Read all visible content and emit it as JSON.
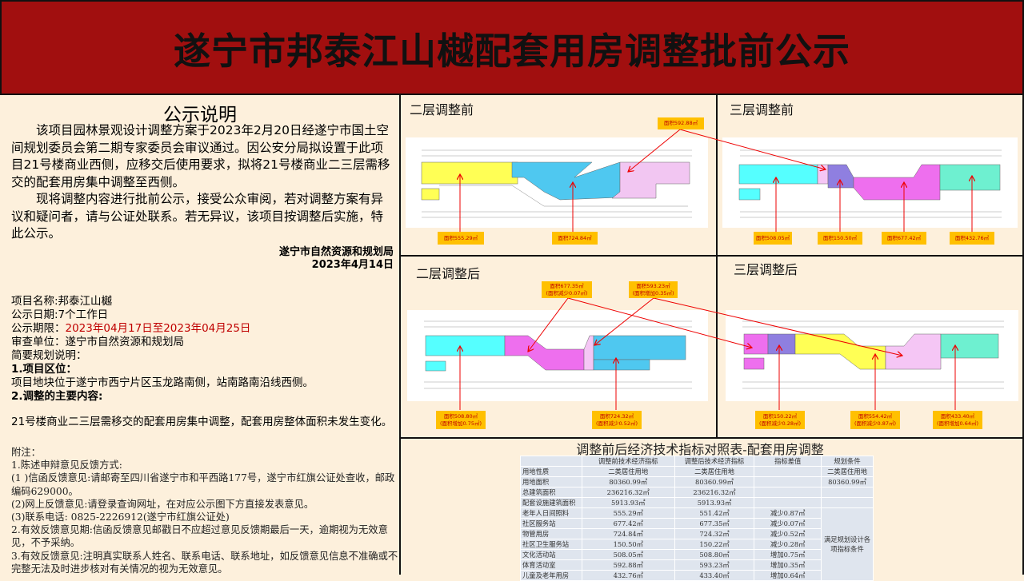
{
  "title": "遂宁市邦泰江山樾配套用房调整批前公示",
  "notice": {
    "heading": "公示说明",
    "p1": "该项目园林景观设计调整方案于2023年2月20日经遂宁市国土空间规划委员会第二期专家委员会审议通过。因公安分局拟设置于此项目21号楼商业西侧，应移交后使用要求，拟将21号楼商业二三层需移交的配套用房集中调整至西侧。",
    "p2": "现将调整内容进行批前公示，接受公众审阅，若对调整方案有异议和疑问者，请与公证处联系。若无异议，该项目按调整后实施，特此公示。",
    "issuer": "遂宁市自然资源和规划局",
    "date": "2023年4月14日"
  },
  "project": {
    "name": "项目名称:邦泰江山樾",
    "days": "公示日期:7个工作日",
    "period_label": "公示期限：",
    "period_value": "2023年04月17日至2023年04月25日",
    "reviewer": "审查单位：遂宁市自然资源和规划局",
    "brief": "简要规划说明：",
    "s1_title": "1.项目区位：",
    "s1_text": "项目地块位于遂宁市西宁片区玉龙路南侧，站南路南沿线西侧。",
    "s2_title": "2.调整的主要内容:",
    "s2_text": "21号楼商业二三层需移交的配套用房集中调整，配套用房整体面积未发生变化。"
  },
  "notes": [
    "附注：",
    "1.陈述申辩意见反馈方式:",
    "(1 )信函反馈意见:请邮寄至四川省遂宁市和平西路177号，遂宁市红旗公证处查收，邮政编码629000。",
    "(2)网上反馈意见:请登录查询网址，在对应公示图下方直接发表意见。",
    "(3)联系电话: 0825-2226912(遂宁市红旗公证处)",
    "2.有效反馈意见期:信函反馈意见邮戳日不应超过意见反馈期最后一天，逾期视为无效意见，不予采纳。",
    "3.有效反馈意见:注明真实联系人姓名、联系电话、联系地址，如反馈意见信息不准确或不完整无法及时进步核对有关情况的视为无效意见。"
  ],
  "panels": {
    "f2_before": {
      "title": "二层调整前",
      "labels": [
        "面积555.29㎡",
        "面积724.84㎡",
        "面积592.88㎡"
      ]
    },
    "f3_before": {
      "title": "三层调整前",
      "labels": [
        "面积508.05㎡",
        "面积150.50㎡",
        "面积677.42㎡",
        "面积432.76㎡"
      ]
    },
    "f2_after": {
      "title": "二层调整后",
      "labels": [
        [
          "面积677.35㎡",
          "(面积减少0.07㎡)"
        ],
        [
          "面积593.23㎡",
          "(面积增加0.35㎡)"
        ],
        [
          "面积508.80㎡",
          "(面积增加0.75㎡)"
        ],
        [
          "面积724.32㎡",
          "(面积减少0.52㎡)"
        ]
      ]
    },
    "f3_after": {
      "title": "三层调整后",
      "labels": [
        [
          "面积150.22㎡",
          "(面积减少0.28㎡)"
        ],
        [
          "面积554.42㎡",
          "(面积减少0.87㎡)"
        ],
        [
          "面积433.40㎡",
          "(面积增加0.64㎡)"
        ]
      ]
    }
  },
  "table": {
    "title": "调整前后经济技术指标对照表-配套用房调整",
    "headers": [
      "",
      "调整前技术经济指标",
      "调整后技术经济指标",
      "指标差值",
      "规划条件"
    ],
    "rows": [
      [
        "用地性质",
        "二类居住用地",
        "二类居住用地",
        "",
        "二类居住用地"
      ],
      [
        "用地面积",
        "80360.99㎡",
        "80360.99㎡",
        "",
        "80360.99㎡"
      ],
      [
        "总建筑面积",
        "236216.32㎡",
        "236216.32㎡",
        "",
        ""
      ],
      [
        "配套设施建筑面积",
        "5913.93㎡",
        "5913.93㎡",
        "",
        ""
      ],
      [
        "老年人日间照料",
        "555.29㎡",
        "551.42㎡",
        "减少0.87㎡"
      ],
      [
        "社区服务站",
        "677.42㎡",
        "677.35㎡",
        "减少0.07㎡"
      ],
      [
        "物管用房",
        "724.84㎡",
        "724.32㎡",
        "减少0.52㎡"
      ],
      [
        "社区卫生服务站",
        "150.50㎡",
        "150.22㎡",
        "减少0.28㎡"
      ],
      [
        "文化活动站",
        "508.05㎡",
        "508.80㎡",
        "增加0.75㎡"
      ],
      [
        "体育活动室",
        "592.88㎡",
        "593.23㎡",
        "增加0.35㎡"
      ],
      [
        "儿童及老年用房",
        "432.76㎡",
        "433.40㎡",
        "增加0.64㎡"
      ]
    ],
    "merged_condition": "满足规划设计各项指标条件"
  }
}
